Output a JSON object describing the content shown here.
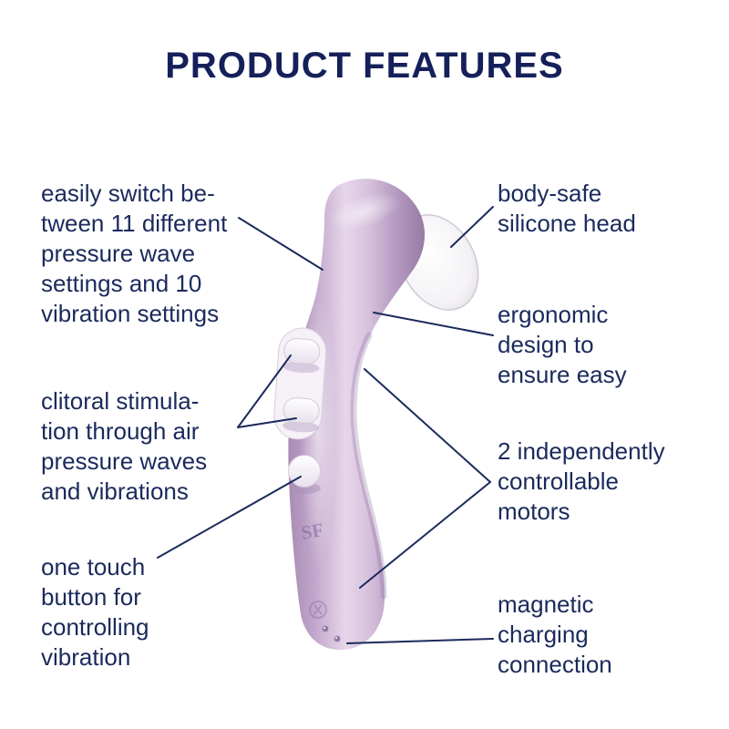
{
  "page": {
    "title": "PRODUCT FEATURES"
  },
  "colors": {
    "text_navy": "#1b2a5c",
    "title_navy": "#15205a",
    "annotation_line": "#1b2a5c",
    "product_lilac": "#c3a6cc",
    "product_highlight": "#e9daec",
    "silicone_head_white": "#ffffff",
    "button_white": "#fbf9fc"
  },
  "labels": {
    "pressure_settings": {
      "text": "easily switch be-\ntween 11 different\npressure wave\nsettings and 10\nvibration settings"
    },
    "clitoral_stimulation": {
      "text": "clitoral stimula-\ntion through air\npressure waves\nand vibrations"
    },
    "one_touch_button": {
      "text": "one touch\nbutton for\ncontrolling\nvibration"
    },
    "body_safe_head": {
      "text": "body-safe\nsilicone head"
    },
    "ergonomic_design": {
      "text": "ergonomic\ndesign to\nensure easy"
    },
    "independent_motors": {
      "text": "2 independently\ncontrollable\nmotors"
    },
    "magnetic_charging": {
      "text": "magnetic\ncharging\nconnection"
    }
  },
  "device": {
    "brand_mark": "SF"
  }
}
